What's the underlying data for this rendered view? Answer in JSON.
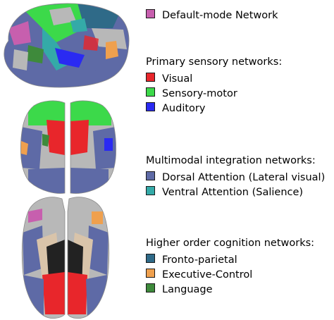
{
  "legend": {
    "default_mode": {
      "items": [
        {
          "label": "Default-mode Network",
          "color": "#c75fae"
        }
      ]
    },
    "primary": {
      "title": "Primary sensory networks:",
      "items": [
        {
          "label": "Visual",
          "color": "#e8262b"
        },
        {
          "label": "Sensory-motor",
          "color": "#3cd94a"
        },
        {
          "label": "Auditory",
          "color": "#2a2af2"
        }
      ]
    },
    "multimodal": {
      "title": "Multimodal integration networks:",
      "items": [
        {
          "label": "Dorsal Attention (Lateral visual)",
          "color": "#5e6aa6"
        },
        {
          "label": "Ventral Attention (Salience)",
          "color": "#34aaa8"
        }
      ]
    },
    "higher": {
      "title": "Higher order cognition networks:",
      "items": [
        {
          "label": "Fronto-parietal",
          "color": "#2f6a88"
        },
        {
          "label": "Executive-Control",
          "color": "#efa04e"
        },
        {
          "label": "Language",
          "color": "#3e8a3b"
        }
      ]
    }
  },
  "brain_views": [
    "lateral-view",
    "posterior-view",
    "inferior-view"
  ]
}
